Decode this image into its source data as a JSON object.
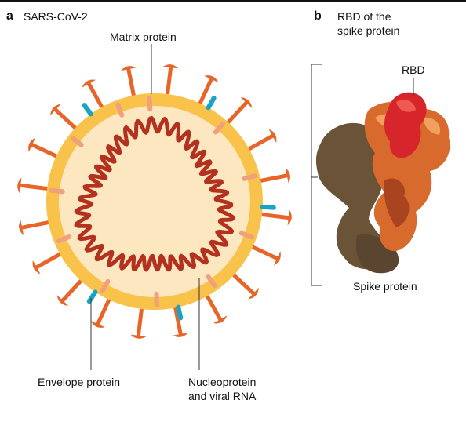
{
  "panel_a": {
    "letter": "a",
    "title": "SARS-CoV-2",
    "labels": {
      "matrix": "Matrix protein",
      "envelope": "Envelope protein",
      "nucleoprotein_line1": "Nucleoprotein",
      "nucleoprotein_line2": "and viral RNA"
    }
  },
  "panel_b": {
    "letter": "b",
    "title_line1": "RBD of the",
    "title_line2": "spike protein",
    "labels": {
      "rbd": "RBD",
      "spike": "Spike protein"
    }
  },
  "colors": {
    "spike_orange": "#e8652a",
    "membrane_yellow": "#f9c24a",
    "interior_cream": "#fde7c1",
    "rna_red": "#b3311f",
    "matrix_peach": "#f0a07a",
    "envelope_cyan": "#1aa3c4",
    "rbd_red": "#d7262b",
    "spike_brown": "#6b5338",
    "spike_orange_structure": "#d76a2c"
  }
}
